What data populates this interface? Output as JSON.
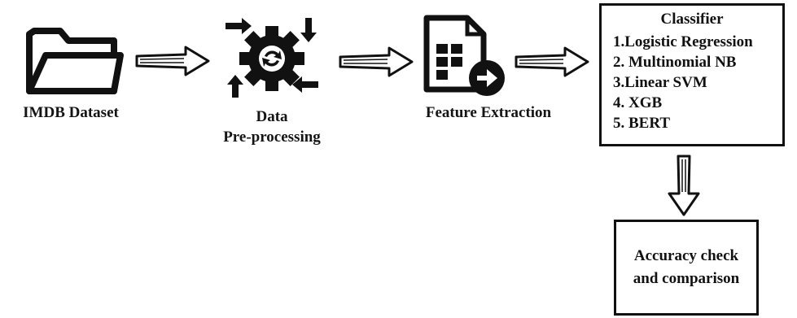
{
  "steps": {
    "dataset": {
      "label": "IMDB Dataset",
      "icon": "folder-icon"
    },
    "preprocessing": {
      "label_line1": "Data",
      "label_line2": "Pre-processing",
      "icon": "gear-arrows-icon"
    },
    "feature_extraction": {
      "label": "Feature Extraction",
      "icon": "spreadsheet-export-icon"
    }
  },
  "classifier": {
    "title": "Classifier",
    "items": [
      "1.Logistic Regression",
      "2. Multinomial NB",
      "3.Linear SVM",
      "4. XGB",
      "5. BERT"
    ]
  },
  "result": {
    "line1": "Accuracy check",
    "line2": "and comparison"
  },
  "colors": {
    "ink": "#111111",
    "background": "#ffffff"
  }
}
